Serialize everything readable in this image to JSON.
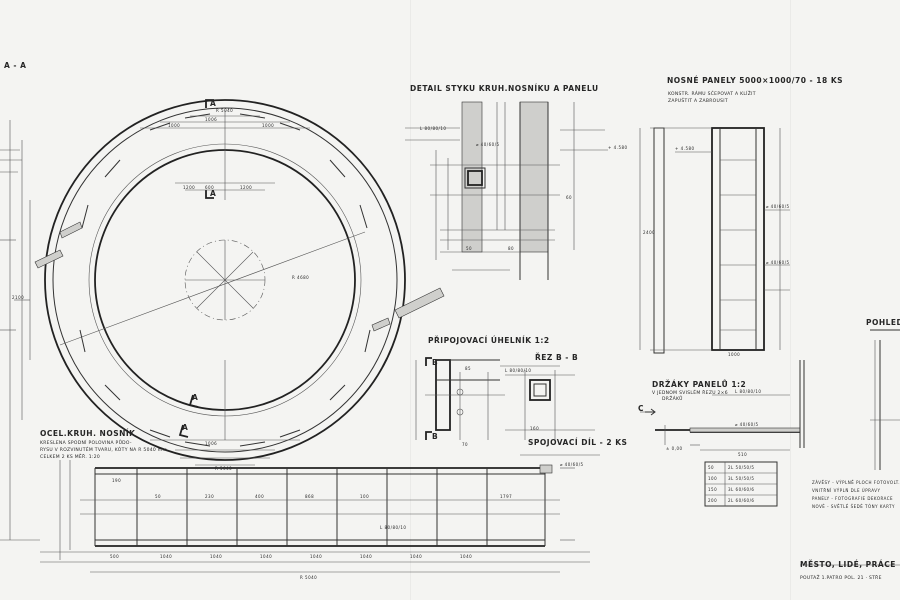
{
  "titles": {
    "section_aa": "A - A",
    "detail_joint": "DETAIL STYKU KRUH.NOSNÍKU A PANELU",
    "load_panels": "NOSNÉ PANELY 5000×1000/70 - 18 KS",
    "load_panels_note1": "KONSTR. RÁMU SČEPOVAT A KLÍŽIT",
    "load_panels_note2": "ZAPUŠTIT A ZABROUSIT",
    "connecting_angle": "PŘIPOJOVACÍ ÚHELNÍK 1:2",
    "section_bb": "ŘEZ B - B",
    "panel_holders": "DRŽÁKY PANELŮ 1:2",
    "panel_holders_note1": "V JEDNOM SVISLÉM ŘEZU 2×6",
    "panel_holders_note2": "DRŽÁKŮ",
    "connecting_part": "SPOJOVACÍ DÍL - 2 KS",
    "beam_title": "OCEL.KRUH. NOSNÍK",
    "beam_note1": "KRESLENA SPODNÍ POLOVINA PŮDO-",
    "beam_note2": "RYSU V ROZVINUTÉM TVARU, KÓTY NA R 5040 mm",
    "beam_note3": "CELKEM  2 KS     MĚŘ. 1:20",
    "elevation": "POHLED",
    "exhibition": "MĚSTO, LIDÉ, PRÁCE",
    "location": "POUTAŽ 1.PATRO POL. 21 · STŘE"
  },
  "marks": {
    "a_top": "A",
    "a_mid": "A",
    "a_bottom1": "A",
    "a_bottom2": "A",
    "b_top": "B",
    "b_bottom": "B",
    "c_left": "C"
  },
  "dimensions": {
    "d_1000": "1000",
    "d_1006": "1006",
    "d_600": "600",
    "d_1200": "1200",
    "d_2100": "2100",
    "d_500": "500",
    "d_160": "160",
    "d_80": "80",
    "d_60": "60",
    "d_70": "70",
    "d_85": "85",
    "d_50": "50",
    "d_230": "230",
    "d_190": "190",
    "d_2400": "2400",
    "d_1040": "1040",
    "d_400": "400",
    "d_100": "100",
    "d_868": "868",
    "d_1797": "1797",
    "d_510": "510"
  },
  "notes": {
    "ring_r": "R 5040",
    "ring_inner": "R 4680",
    "profile_l": "L 80/80/10",
    "profile_tube": "⌀ 40/60/5",
    "level": "+ 4.580",
    "level2": "± 0,00"
  },
  "legend_rows": [
    {
      "n": "50",
      "t": "2L 50/50/5"
    },
    {
      "n": "100",
      "t": "3L 50/50/5"
    },
    {
      "n": "150",
      "t": "3L 60/60/6"
    },
    {
      "n": "200",
      "t": "2L 60/60/6"
    }
  ],
  "notes_right": [
    "ZÁVĚSY - VÝPLNĚ PLOCH FOTOVOLT.",
    "VNITŘNÍ VÝPLŇ DLE ÚPRAVY",
    "PANELY - FOTOGRAFIE DEKORACE",
    "NOVÉ - SVĚTLÉ ŠEDÉ TÓNY KARTY"
  ]
}
